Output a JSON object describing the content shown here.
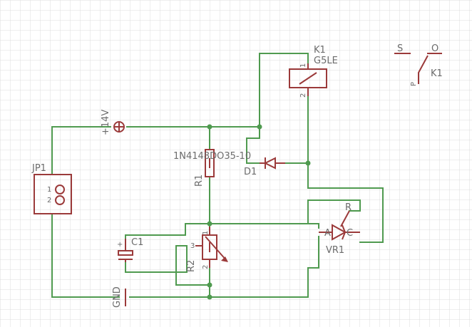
{
  "schematic": {
    "colors": {
      "grid": "#dcdcdc",
      "wire": "#4f9a4f",
      "component": "#9b3a3a",
      "label": "#6b6b6b"
    },
    "jp1": {
      "name": "JP1",
      "pin1": "1",
      "pin2": "2"
    },
    "k1": {
      "name": "K1",
      "value": "G5LE",
      "pin1": "1",
      "pin2": "2"
    },
    "k1_contact": {
      "s": "S",
      "o": "O",
      "p": "P",
      "name": "K1"
    },
    "supply": {
      "label": "+14V"
    },
    "gnd": {
      "label": "GND"
    },
    "d1": {
      "name": "D1",
      "value": "1N4148DO35-10"
    },
    "r1": {
      "name": "R1"
    },
    "r2": {
      "name": "R2",
      "pin1": "1",
      "pin2": "2",
      "pin3": "3"
    },
    "c1": {
      "name": "C1",
      "plus": "+"
    },
    "vr1": {
      "name": "VR1",
      "a": "A",
      "c": "C",
      "r": "R"
    }
  }
}
